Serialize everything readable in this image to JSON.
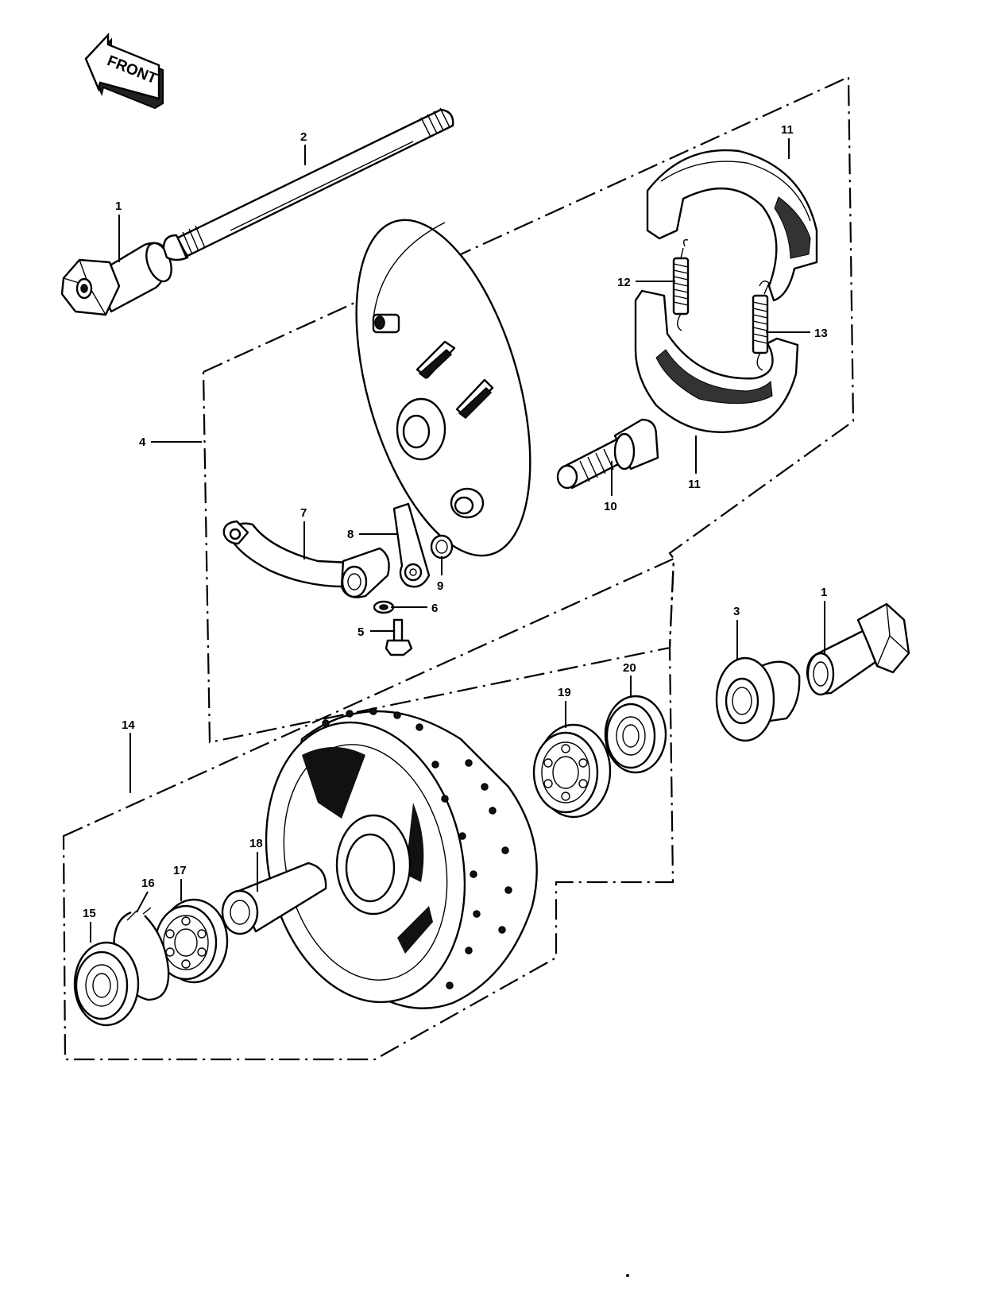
{
  "diagram": {
    "front_arrow": {
      "text": "FRONT"
    },
    "callouts": [
      {
        "id": "p1a",
        "number": "1"
      },
      {
        "id": "p2",
        "number": "2"
      },
      {
        "id": "p4",
        "number": "4"
      },
      {
        "id": "p11a",
        "number": "11"
      },
      {
        "id": "p12",
        "number": "12"
      },
      {
        "id": "p13",
        "number": "13"
      },
      {
        "id": "p10",
        "number": "10"
      },
      {
        "id": "p11b",
        "number": "11"
      },
      {
        "id": "p7",
        "number": "7"
      },
      {
        "id": "p8",
        "number": "8"
      },
      {
        "id": "p9",
        "number": "9"
      },
      {
        "id": "p6",
        "number": "6"
      },
      {
        "id": "p5",
        "number": "5"
      },
      {
        "id": "p3",
        "number": "3"
      },
      {
        "id": "p1b",
        "number": "1"
      },
      {
        "id": "p19",
        "number": "19"
      },
      {
        "id": "p20",
        "number": "20"
      },
      {
        "id": "p14",
        "number": "14"
      },
      {
        "id": "p18",
        "number": "18"
      },
      {
        "id": "p17",
        "number": "17"
      },
      {
        "id": "p16",
        "number": "16"
      },
      {
        "id": "p15",
        "number": "15"
      }
    ]
  }
}
